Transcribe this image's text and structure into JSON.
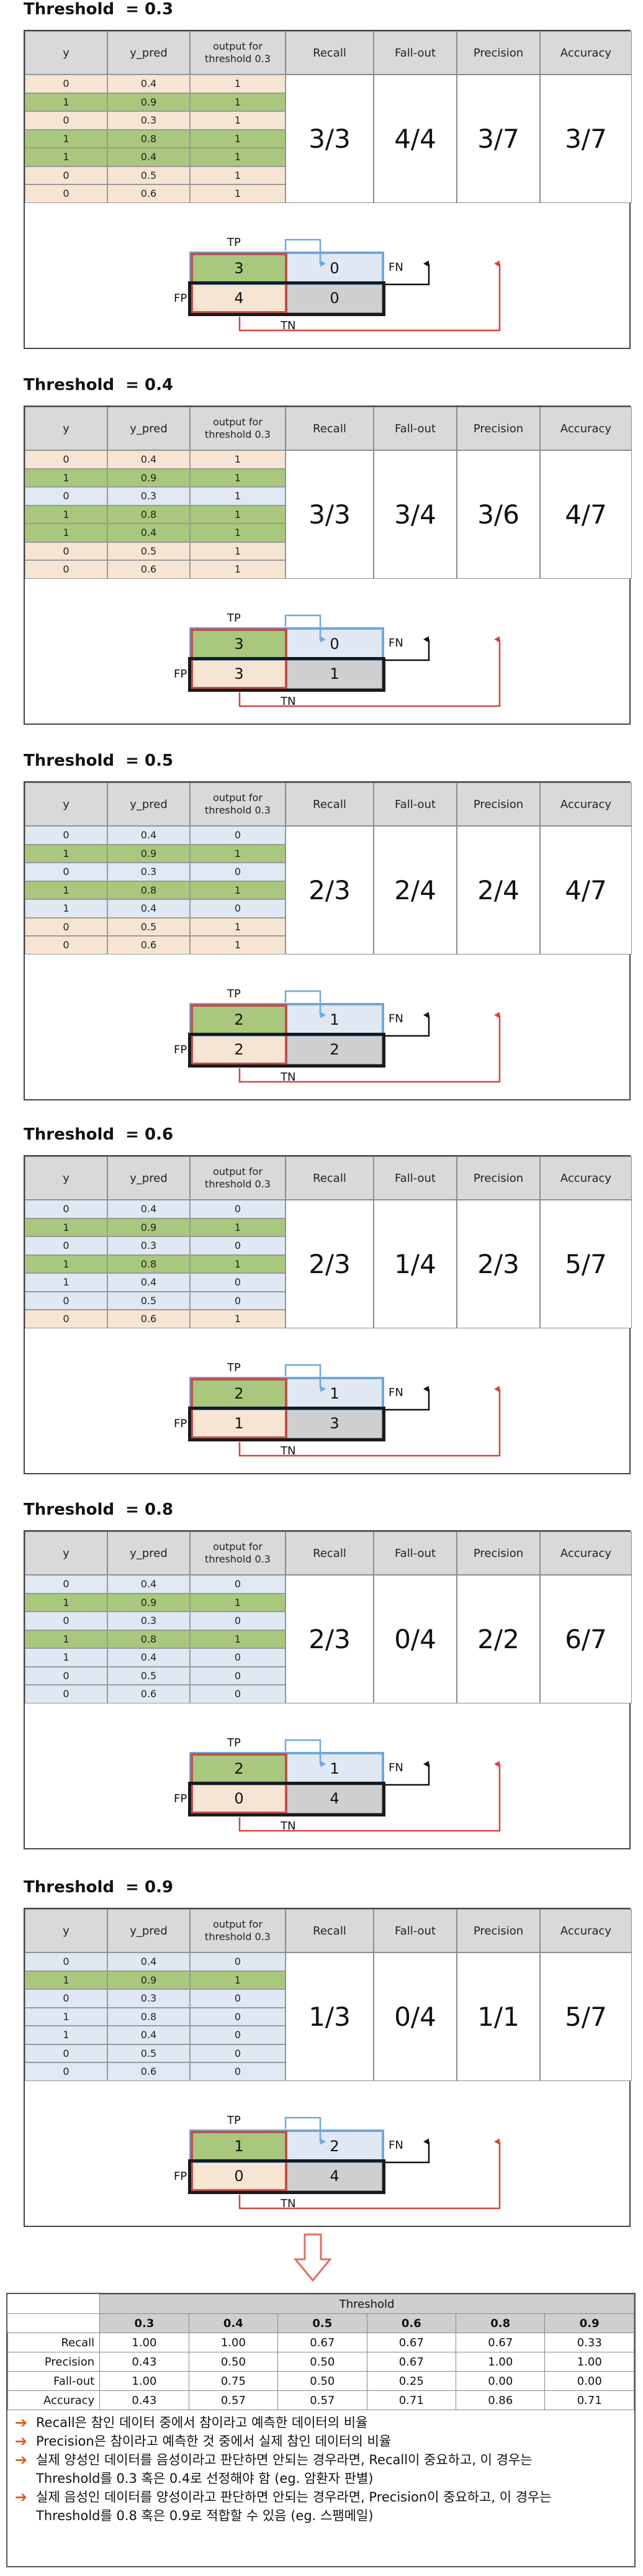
{
  "table_headers": [
    "y",
    "y_pred",
    "output for threshold 0.3",
    "Recall",
    "Fall-out",
    "Precision",
    "Accuracy"
  ],
  "y_values": [
    "0",
    "1",
    "0",
    "1",
    "1",
    "0",
    "0"
  ],
  "y_pred_values": [
    "0.4",
    "0.9",
    "0.3",
    "0.8",
    "0.4",
    "0.5",
    "0.6"
  ],
  "matrix_labels": {
    "tp": "TP",
    "fn": "FN",
    "fp": "FP",
    "tn": "TN"
  },
  "sections": [
    {
      "title": "Threshold  = 0.3",
      "outputs": [
        "1",
        "1",
        "1",
        "1",
        "1",
        "1",
        "1"
      ],
      "row_colors": [
        "peach",
        "green",
        "peach",
        "green",
        "green",
        "peach",
        "peach"
      ],
      "recall": "3/3",
      "fallout": "4/4",
      "precision": "3/7",
      "accuracy": "3/7",
      "tp": "3",
      "fn": "0",
      "fp": "4",
      "tn": "0"
    },
    {
      "title": "Threshold  = 0.4",
      "outputs": [
        "1",
        "1",
        "1",
        "1",
        "1",
        "1",
        "1"
      ],
      "row_colors": [
        "peach",
        "green",
        "blue",
        "green",
        "green",
        "peach",
        "peach"
      ],
      "recall": "3/3",
      "fallout": "3/4",
      "precision": "3/6",
      "accuracy": "4/7",
      "tp": "3",
      "fn": "0",
      "fp": "3",
      "tn": "1"
    },
    {
      "title": "Threshold  = 0.5",
      "outputs": [
        "0",
        "1",
        "0",
        "1",
        "0",
        "1",
        "1"
      ],
      "row_colors": [
        "blue",
        "green",
        "blue",
        "green",
        "blue",
        "peach",
        "peach"
      ],
      "recall": "2/3",
      "fallout": "2/4",
      "precision": "2/4",
      "accuracy": "4/7",
      "tp": "2",
      "fn": "1",
      "fp": "2",
      "tn": "2"
    },
    {
      "title": "Threshold  = 0.6",
      "outputs": [
        "0",
        "1",
        "0",
        "1",
        "0",
        "0",
        "1"
      ],
      "row_colors": [
        "blue",
        "green",
        "blue",
        "green",
        "blue",
        "blue",
        "peach"
      ],
      "recall": "2/3",
      "fallout": "1/4",
      "precision": "2/3",
      "accuracy": "5/7",
      "tp": "2",
      "fn": "1",
      "fp": "1",
      "tn": "3"
    },
    {
      "title": "Threshold  = 0.8",
      "outputs": [
        "0",
        "1",
        "0",
        "1",
        "0",
        "0",
        "0"
      ],
      "row_colors": [
        "blue",
        "green",
        "blue",
        "green",
        "blue",
        "blue",
        "blue"
      ],
      "recall": "2/3",
      "fallout": "0/4",
      "precision": "2/2",
      "accuracy": "6/7",
      "tp": "2",
      "fn": "1",
      "fp": "0",
      "tn": "4"
    },
    {
      "title": "Threshold  = 0.9",
      "outputs": [
        "0",
        "1",
        "0",
        "0",
        "0",
        "0",
        "0"
      ],
      "row_colors": [
        "blue",
        "green",
        "blue",
        "blue",
        "blue",
        "blue",
        "blue"
      ],
      "recall": "1/3",
      "fallout": "0/4",
      "precision": "1/1",
      "accuracy": "5/7",
      "tp": "1",
      "fn": "2",
      "fp": "0",
      "tn": "4"
    }
  ],
  "colors": {
    "green": "#a9c77d",
    "peach": "#f7e5d4",
    "blue": "#dfe8f3",
    "tp_border": "#c0504d",
    "fn_border": "#6fa8dc",
    "outer_border": "#1a1a1a",
    "recall_arrow": "#6fa8dc",
    "fallout_arrow": "#111111",
    "precision_arrow": "#d9443a",
    "down_arrow": "#e07060"
  },
  "summary": {
    "group_header": "Threshold",
    "thresholds": [
      "0.3",
      "0.4",
      "0.5",
      "0.6",
      "0.8",
      "0.9"
    ],
    "rows": [
      {
        "label": "Recall",
        "values": [
          "1.00",
          "1.00",
          "0.67",
          "0.67",
          "0.67",
          "0.33"
        ]
      },
      {
        "label": "Precision",
        "values": [
          "0.43",
          "0.50",
          "0.50",
          "0.67",
          "1.00",
          "1.00"
        ]
      },
      {
        "label": "Fall-out",
        "values": [
          "1.00",
          "0.75",
          "0.50",
          "0.25",
          "0.00",
          "0.00"
        ]
      },
      {
        "label": "Accuracy",
        "values": [
          "0.43",
          "0.57",
          "0.57",
          "0.71",
          "0.86",
          "0.71"
        ]
      }
    ],
    "notes": [
      [
        "Recall은 참인 데이터 중에서 참이라고 예측한 데이터의 비율"
      ],
      [
        "Precision은 참이라고 예측한 것 중에서 실제 참인 데이터의 비율"
      ],
      [
        "실제 양성인 데이터를 음성이라고 판단하면 안되는 경우라면, Recall이 중요하고, 이 경우는",
        "Threshold를 0.3 혹은 0.4로 선정해야 함 (eg. 암환자 판별)"
      ],
      [
        "실제 음성인 데이터를 양성이라고 판단하면 안되는 경우라면, Precision이 중요하고, 이 경우는",
        "Threshold를 0.8 혹은 0.9로 적합할 수 있음 (eg. 스팸메일)"
      ]
    ]
  }
}
